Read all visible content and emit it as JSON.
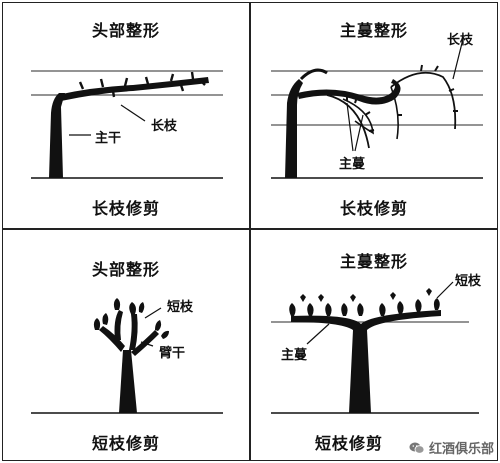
{
  "panels": [
    {
      "title": "头部整形",
      "caption": "长枝修剪",
      "labels": {
        "a": "长枝",
        "b": "主干"
      }
    },
    {
      "title": "主蔓整形",
      "caption": "长枝修剪",
      "labels": {
        "a": "长枝",
        "b": "主蔓"
      }
    },
    {
      "title": "头部整形",
      "caption": "短枝修剪",
      "labels": {
        "a": "短枝",
        "b": "臂干"
      }
    },
    {
      "title": "主蔓整形",
      "caption": "短枝修剪",
      "labels": {
        "a": "短枝",
        "b": "主蔓"
      }
    }
  ],
  "watermark": {
    "text": "红酒俱乐部",
    "icon": "wechat-icon"
  },
  "colors": {
    "ink": "#111111",
    "wire": "#555555",
    "border": "#222222",
    "watermark": "#777777"
  }
}
